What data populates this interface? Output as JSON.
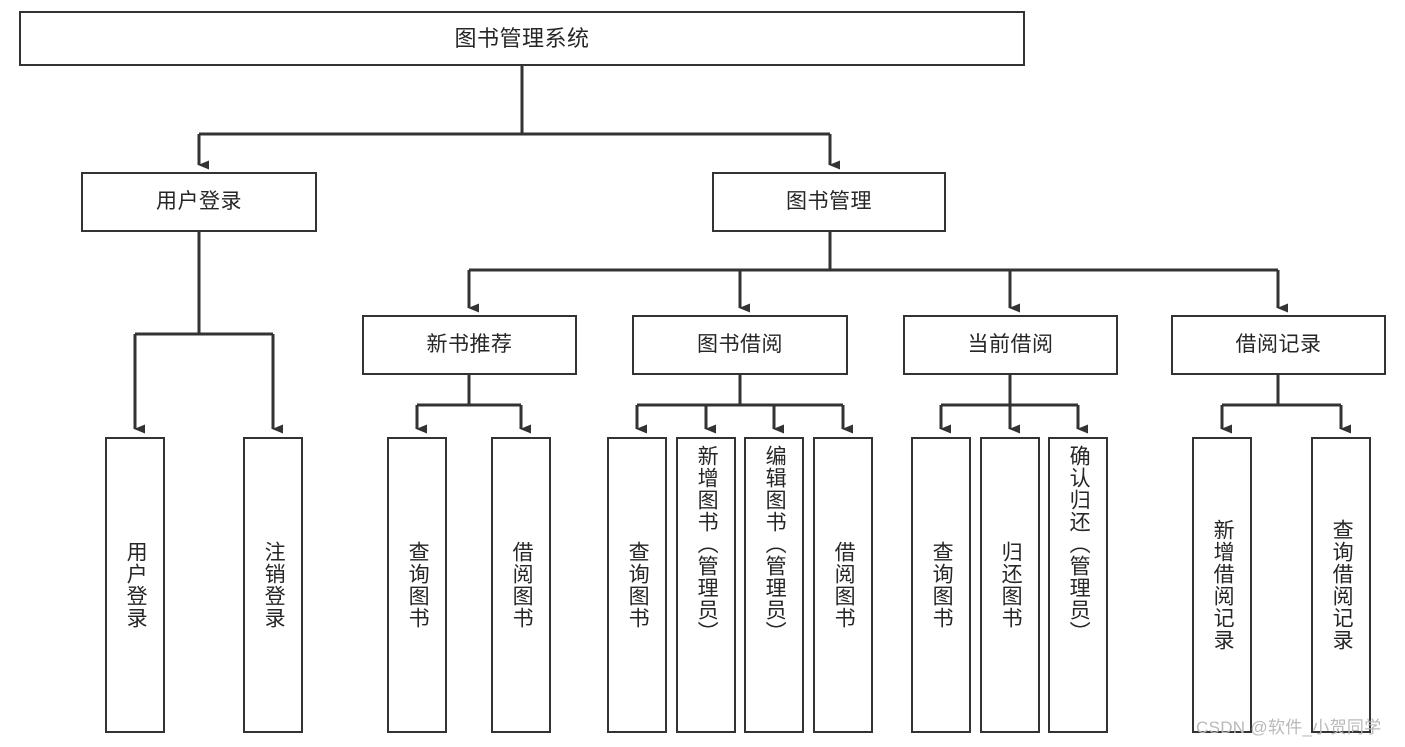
{
  "diagram": {
    "title": "图书管理系统",
    "type": "tree-hierarchy",
    "watermark": "CSDN @软件_小贺同学",
    "colors": {
      "box_border": "#333333",
      "box_fill": "#ffffff",
      "edge": "#333333",
      "text": "#262626",
      "watermark": "#b9b9b9",
      "background": "#ffffff"
    },
    "root": {
      "label": "图书管理系统"
    },
    "level2": [
      {
        "label": "用户登录"
      },
      {
        "label": "图书管理"
      }
    ],
    "level3": [
      {
        "label": "新书推荐"
      },
      {
        "label": "图书借阅"
      },
      {
        "label": "当前借阅"
      },
      {
        "label": "借阅记录"
      }
    ],
    "leaves": [
      {
        "label": "用户登录",
        "parent": "用户登录"
      },
      {
        "label": "注销登录",
        "parent": "用户登录"
      },
      {
        "label": "查询图书",
        "parent": "新书推荐"
      },
      {
        "label": "借阅图书",
        "parent": "新书推荐"
      },
      {
        "label": "查询图书",
        "parent": "图书借阅"
      },
      {
        "label": "新增图书（管理员）",
        "parent": "图书借阅"
      },
      {
        "label": "编辑图书（管理员）",
        "parent": "图书借阅"
      },
      {
        "label": "借阅图书",
        "parent": "图书借阅"
      },
      {
        "label": "查询图书",
        "parent": "当前借阅"
      },
      {
        "label": "归还图书",
        "parent": "当前借阅"
      },
      {
        "label": "确认归还（管理员）",
        "parent": "当前借阅"
      },
      {
        "label": "新增借阅记录",
        "parent": "借阅记录"
      },
      {
        "label": "查询借阅记录",
        "parent": "借阅记录"
      }
    ]
  }
}
